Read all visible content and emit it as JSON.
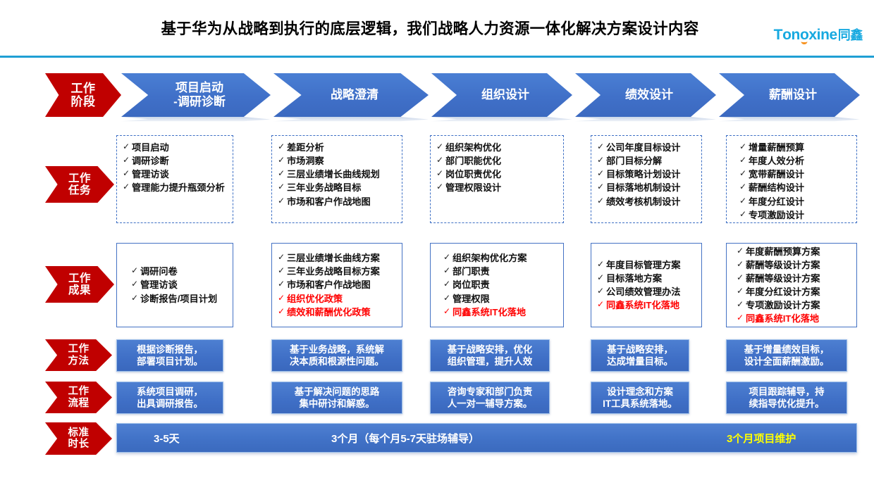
{
  "header": {
    "title": "基于华为从战略到执行的底层逻辑，我们战略人力资源一体化解决方案设计内容",
    "brand_latin_1": "T",
    "brand_latin_2": "on",
    "brand_o": "o",
    "brand_latin_3": "xine",
    "brand_cn": "同鑫",
    "accent_color": "#f7921e",
    "brand_color": "#17a9e0",
    "rule_color": "#1f9fd4"
  },
  "row_labels": [
    {
      "line1": "工作",
      "line2": "阶段"
    },
    {
      "line1": "工作",
      "line2": "任务"
    },
    {
      "line1": "工作",
      "line2": "成果"
    },
    {
      "line1": "工作",
      "line2": "方法"
    },
    {
      "line1": "工作",
      "line2": "流程"
    },
    {
      "line1": "标准",
      "line2": "时长"
    }
  ],
  "stages": [
    {
      "line1": "项目启动",
      "line2": "-调研诊断"
    },
    {
      "line1": "战略澄清",
      "line2": ""
    },
    {
      "line1": "组织设计",
      "line2": ""
    },
    {
      "line1": "绩效设计",
      "line2": ""
    },
    {
      "line1": "薪酬设计",
      "line2": ""
    }
  ],
  "tasks": [
    {
      "items": [
        {
          "text": "项目启动",
          "red": false
        },
        {
          "text": "调研诊断",
          "red": false
        },
        {
          "text": "管理访谈",
          "red": false
        },
        {
          "text": "管理能力提升瓶颈分析",
          "red": false
        }
      ]
    },
    {
      "items": [
        {
          "text": "差距分析",
          "red": false
        },
        {
          "text": "市场洞察",
          "red": false
        },
        {
          "text": "三层业绩增长曲线规划",
          "red": false
        },
        {
          "text": "三年业务战略目标",
          "red": false
        },
        {
          "text": "市场和客户作战地图",
          "red": false
        }
      ]
    },
    {
      "items": [
        {
          "text": "组织架构优化",
          "red": false
        },
        {
          "text": "部门职能优化",
          "red": false
        },
        {
          "text": "岗位职责优化",
          "red": false
        },
        {
          "text": "管理权限设计",
          "red": false
        }
      ]
    },
    {
      "items": [
        {
          "text": "公司年度目标设计",
          "red": false
        },
        {
          "text": "部门目标分解",
          "red": false
        },
        {
          "text": "目标策略计划设计",
          "red": false
        },
        {
          "text": "目标落地机制设计",
          "red": false
        },
        {
          "text": "绩效考核机制设计",
          "red": false
        }
      ]
    },
    {
      "items": [
        {
          "text": "增量薪酬预算",
          "red": false
        },
        {
          "text": "年度人效分析",
          "red": false
        },
        {
          "text": "宽带薪酬设计",
          "red": false
        },
        {
          "text": "薪酬结构设计",
          "red": false
        },
        {
          "text": "年度分红设计",
          "red": false
        },
        {
          "text": "专项激励设计",
          "red": false
        }
      ]
    }
  ],
  "results": [
    {
      "items": [
        {
          "text": "调研问卷",
          "red": false
        },
        {
          "text": "管理访谈",
          "red": false
        },
        {
          "text": "诊断报告/项目计划",
          "red": false
        }
      ]
    },
    {
      "items": [
        {
          "text": "三层业绩增长曲线方案",
          "red": false
        },
        {
          "text": "三年业务战略目标方案",
          "red": false
        },
        {
          "text": "市场和客户作战地图",
          "red": false
        },
        {
          "text": "组织优化政策",
          "red": true
        },
        {
          "text": "绩效和薪酬优化政策",
          "red": true
        }
      ]
    },
    {
      "items": [
        {
          "text": "组织架构优化方案",
          "red": false
        },
        {
          "text": "部门职责",
          "red": false
        },
        {
          "text": "岗位职责",
          "red": false
        },
        {
          "text": "管理权限",
          "red": false
        },
        {
          "text": "同鑫系统IT化落地",
          "red": true
        }
      ]
    },
    {
      "items": [
        {
          "text": "年度目标管理方案",
          "red": false
        },
        {
          "text": "目标落地方案",
          "red": false
        },
        {
          "text": "公司绩效管理办法",
          "red": false
        },
        {
          "text": "同鑫系统IT化落地",
          "red": true
        }
      ]
    },
    {
      "items": [
        {
          "text": "年度薪酬预算方案",
          "red": false
        },
        {
          "text": "薪酬等级设计方案",
          "red": false
        },
        {
          "text": "薪酬等级设计方案",
          "red": false
        },
        {
          "text": "年度分红设计方案",
          "red": false
        },
        {
          "text": "专项激励设计方案",
          "red": false
        },
        {
          "text": "同鑫系统IT化落地",
          "red": true
        }
      ]
    }
  ],
  "methods": [
    {
      "line1": "根据诊断报告，",
      "line2": "部署项目计划。"
    },
    {
      "line1": "基于业务战略，系统解",
      "line2": "决本质和根源性问题。"
    },
    {
      "line1": "基于战略安排，优化",
      "line2": "组织管理，提升人效"
    },
    {
      "line1": "基于战略安排，",
      "line2": "达成增量目标。"
    },
    {
      "line1": "基于增量绩效目标，",
      "line2": "设计全面薪酬激励。"
    }
  ],
  "processes": [
    {
      "line1": "系统项目调研，",
      "line2": "出具调研报告。"
    },
    {
      "line1": "基于解决问题的思路",
      "line2": "集中研讨和解惑。"
    },
    {
      "line1": "咨询专家和部门负责",
      "line2": "人一对一辅导方案。"
    },
    {
      "line1": "设计理念和方案",
      "line2": "IT工具系统落地。"
    },
    {
      "line1": "项目跟踪辅导，持",
      "line2": "续指导优化提升。"
    }
  ],
  "durations": [
    {
      "text": "3-5天",
      "highlight": false
    },
    {
      "text": "3个月（每个月5-7天驻场辅导）",
      "highlight": false
    },
    {
      "text": "3个月项目维护",
      "highlight": true
    }
  ]
}
